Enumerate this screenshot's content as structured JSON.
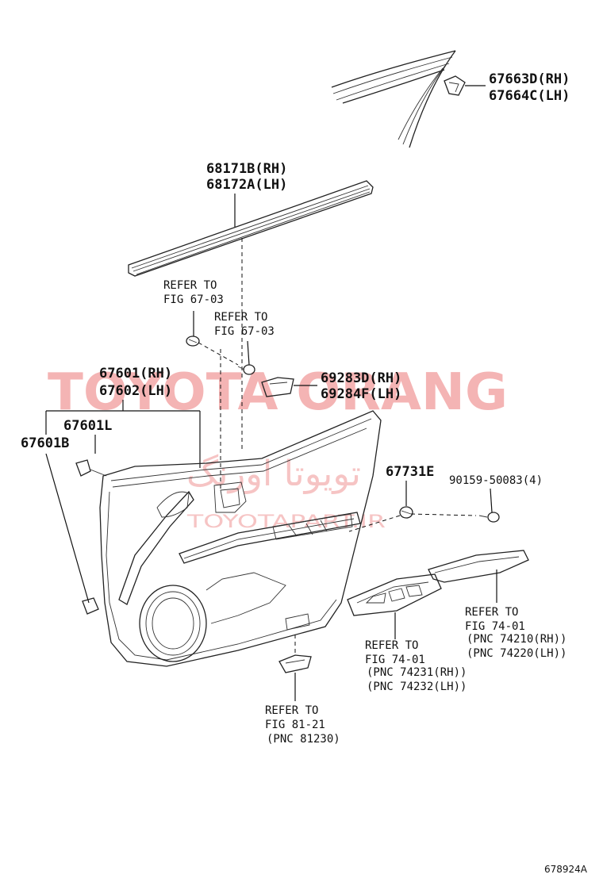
{
  "watermark": {
    "text": "TOYOTA ORANG",
    "persian": "تویوتا اورنگ",
    "site": "TOYOTAPART.IR"
  },
  "labels": {
    "p67663": [
      "67663D(RH)",
      "67664C(LH)"
    ],
    "p68171": [
      "68171B(RH)",
      "68172A(LH)"
    ],
    "ref_67_03_a": [
      "REFER TO",
      "FIG 67-03"
    ],
    "ref_67_03_b": [
      "REFER TO",
      "FIG 67-03"
    ],
    "p67601": [
      "67601(RH)",
      "67602(LH)"
    ],
    "p69283": [
      "69283D(RH)",
      "69284F(LH)"
    ],
    "p67601L": "67601L",
    "p67601B": "67601B",
    "p67731E": "67731E",
    "p90159": "90159-50083(4)",
    "ref_74_01_a": [
      "REFER TO",
      "FIG 74-01",
      "(PNC 74210(RH))",
      "(PNC 74220(LH))"
    ],
    "ref_74_01_b": [
      "REFER TO",
      "FIG 74-01",
      "(PNC 74231(RH))",
      "(PNC 74232(LH))"
    ],
    "ref_81_21": [
      "REFER TO",
      "FIG 81-21",
      "(PNC 81230)"
    ]
  },
  "figure_id": "678924A"
}
